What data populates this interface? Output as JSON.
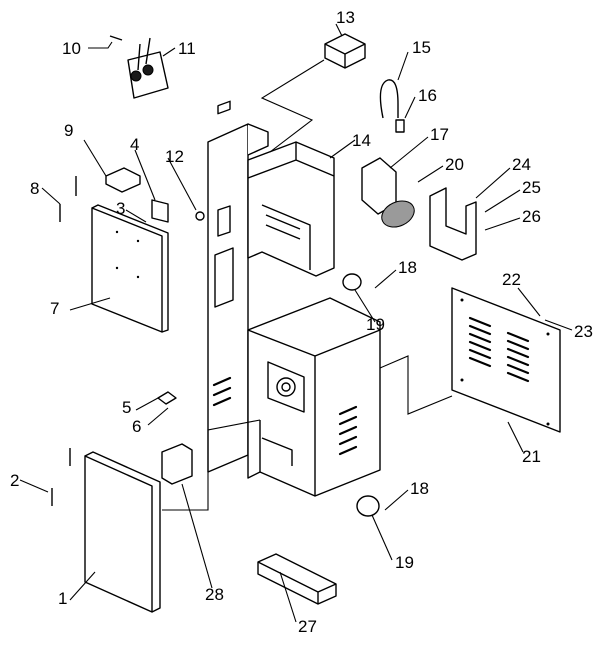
{
  "callouts": [
    {
      "id": "c1",
      "label": "1"
    },
    {
      "id": "c2",
      "label": "2"
    },
    {
      "id": "c3",
      "label": "3"
    },
    {
      "id": "c4",
      "label": "4"
    },
    {
      "id": "c5",
      "label": "5"
    },
    {
      "id": "c6",
      "label": "6"
    },
    {
      "id": "c7",
      "label": "7"
    },
    {
      "id": "c8",
      "label": "8"
    },
    {
      "id": "c9",
      "label": "9"
    },
    {
      "id": "c10",
      "label": "10"
    },
    {
      "id": "c11",
      "label": "11"
    },
    {
      "id": "c12",
      "label": "12"
    },
    {
      "id": "c13",
      "label": "13"
    },
    {
      "id": "c14",
      "label": "14"
    },
    {
      "id": "c15",
      "label": "15"
    },
    {
      "id": "c16",
      "label": "16"
    },
    {
      "id": "c17",
      "label": "17"
    },
    {
      "id": "c18a",
      "label": "18"
    },
    {
      "id": "c18b",
      "label": "18"
    },
    {
      "id": "c19a",
      "label": "19"
    },
    {
      "id": "c19b",
      "label": "19"
    },
    {
      "id": "c20",
      "label": "20"
    },
    {
      "id": "c21",
      "label": "21"
    },
    {
      "id": "c22",
      "label": "22"
    },
    {
      "id": "c23",
      "label": "23"
    },
    {
      "id": "c24",
      "label": "24"
    },
    {
      "id": "c25",
      "label": "25"
    },
    {
      "id": "c26",
      "label": "26"
    },
    {
      "id": "c27",
      "label": "27"
    },
    {
      "id": "c28",
      "label": "28"
    }
  ]
}
